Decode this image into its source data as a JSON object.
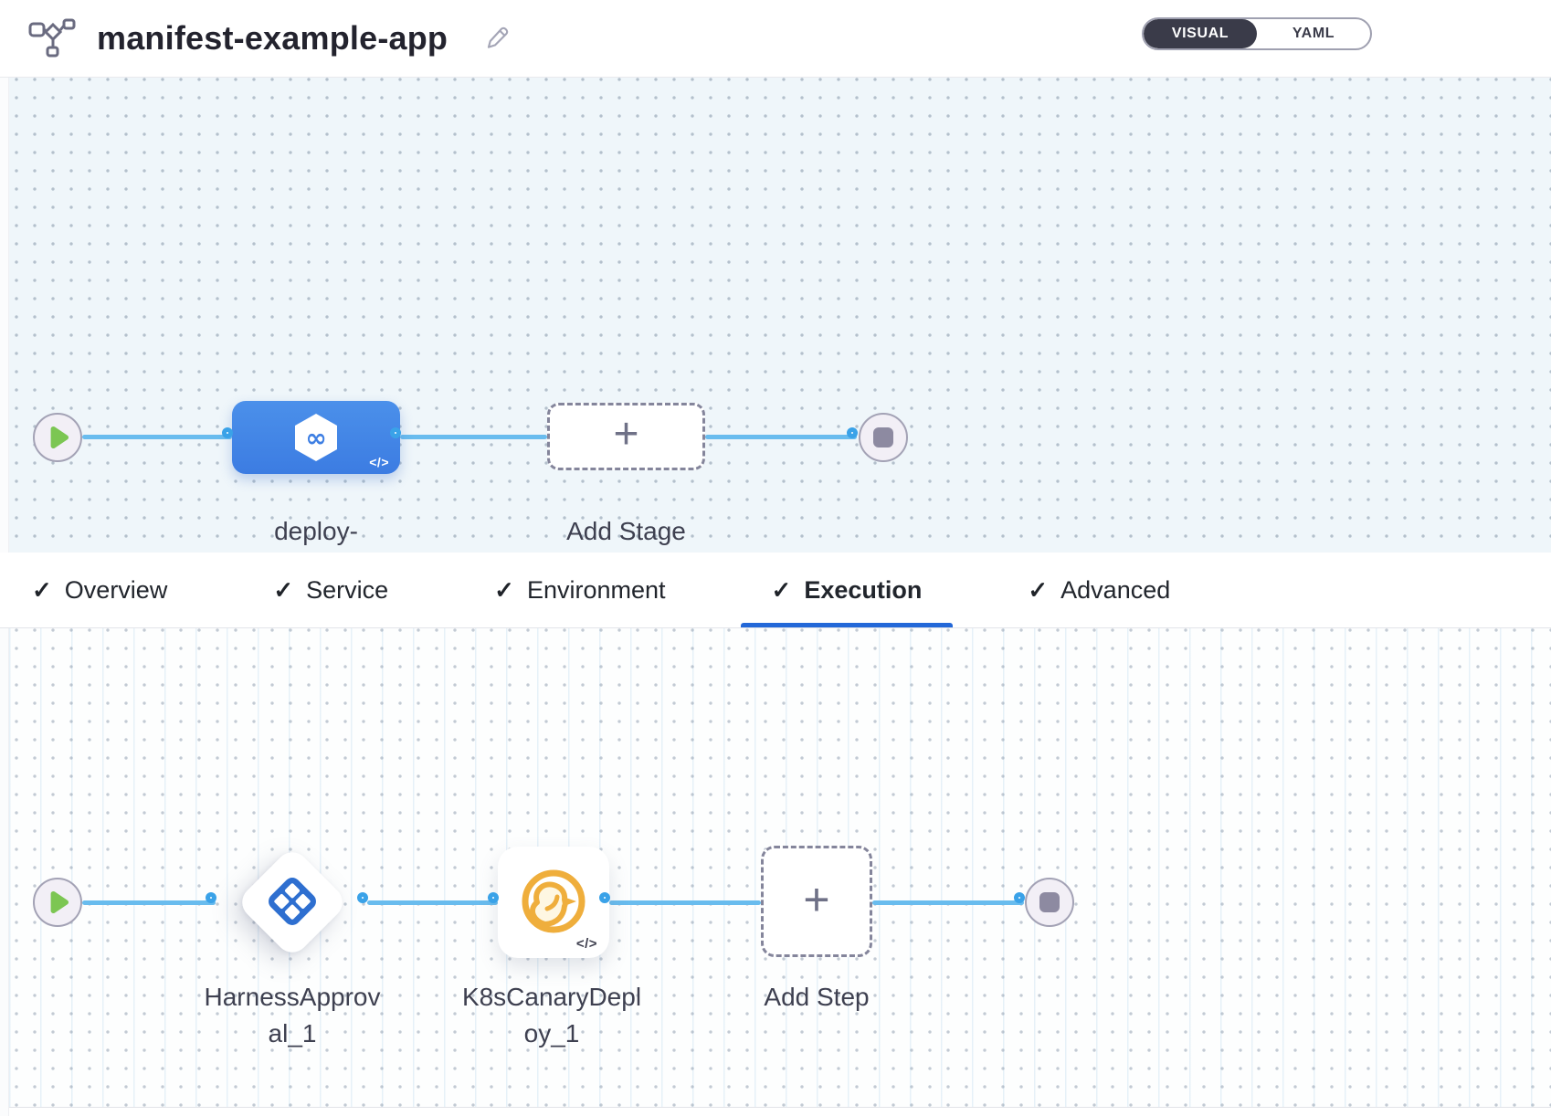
{
  "header": {
    "title": "manifest-example-app",
    "view_toggle": {
      "options": [
        "VISUAL",
        "YAML"
      ],
      "selected": "VISUAL"
    }
  },
  "glyphs": {
    "check": "✓",
    "plus": "+",
    "code": "</>",
    "infinity": "∞"
  },
  "stage_pipeline": {
    "stage_name": "deploy-guestbook",
    "add_stage_label": "Add Stage"
  },
  "config_tabs": {
    "active": "Execution",
    "items": [
      {
        "label": "Overview",
        "checked": true
      },
      {
        "label": "Service",
        "checked": true
      },
      {
        "label": "Environment",
        "checked": true
      },
      {
        "label": "Execution",
        "checked": true
      },
      {
        "label": "Advanced",
        "checked": true
      }
    ]
  },
  "execution_pipeline": {
    "steps": [
      {
        "name": "HarnessApproval_1",
        "type": "harness-approval"
      },
      {
        "name": "K8sCanaryDeploy_1",
        "type": "k8s-canary-deploy"
      }
    ],
    "add_step_label": "Add Step"
  },
  "colors": {
    "accent_blue": "#3B7BE0",
    "connector_blue": "#69BCEE",
    "port_blue": "#3AA2E8",
    "canvas_blue": "#EFF6FA",
    "toggle_dark": "#3A3B49",
    "tab_active_underline": "#2368D8",
    "play_green": "#7CC653",
    "stop_gray": "#8D8AA1",
    "approval_icon_blue": "#2E6FD0",
    "canary_amber": "#EFAE3C"
  }
}
